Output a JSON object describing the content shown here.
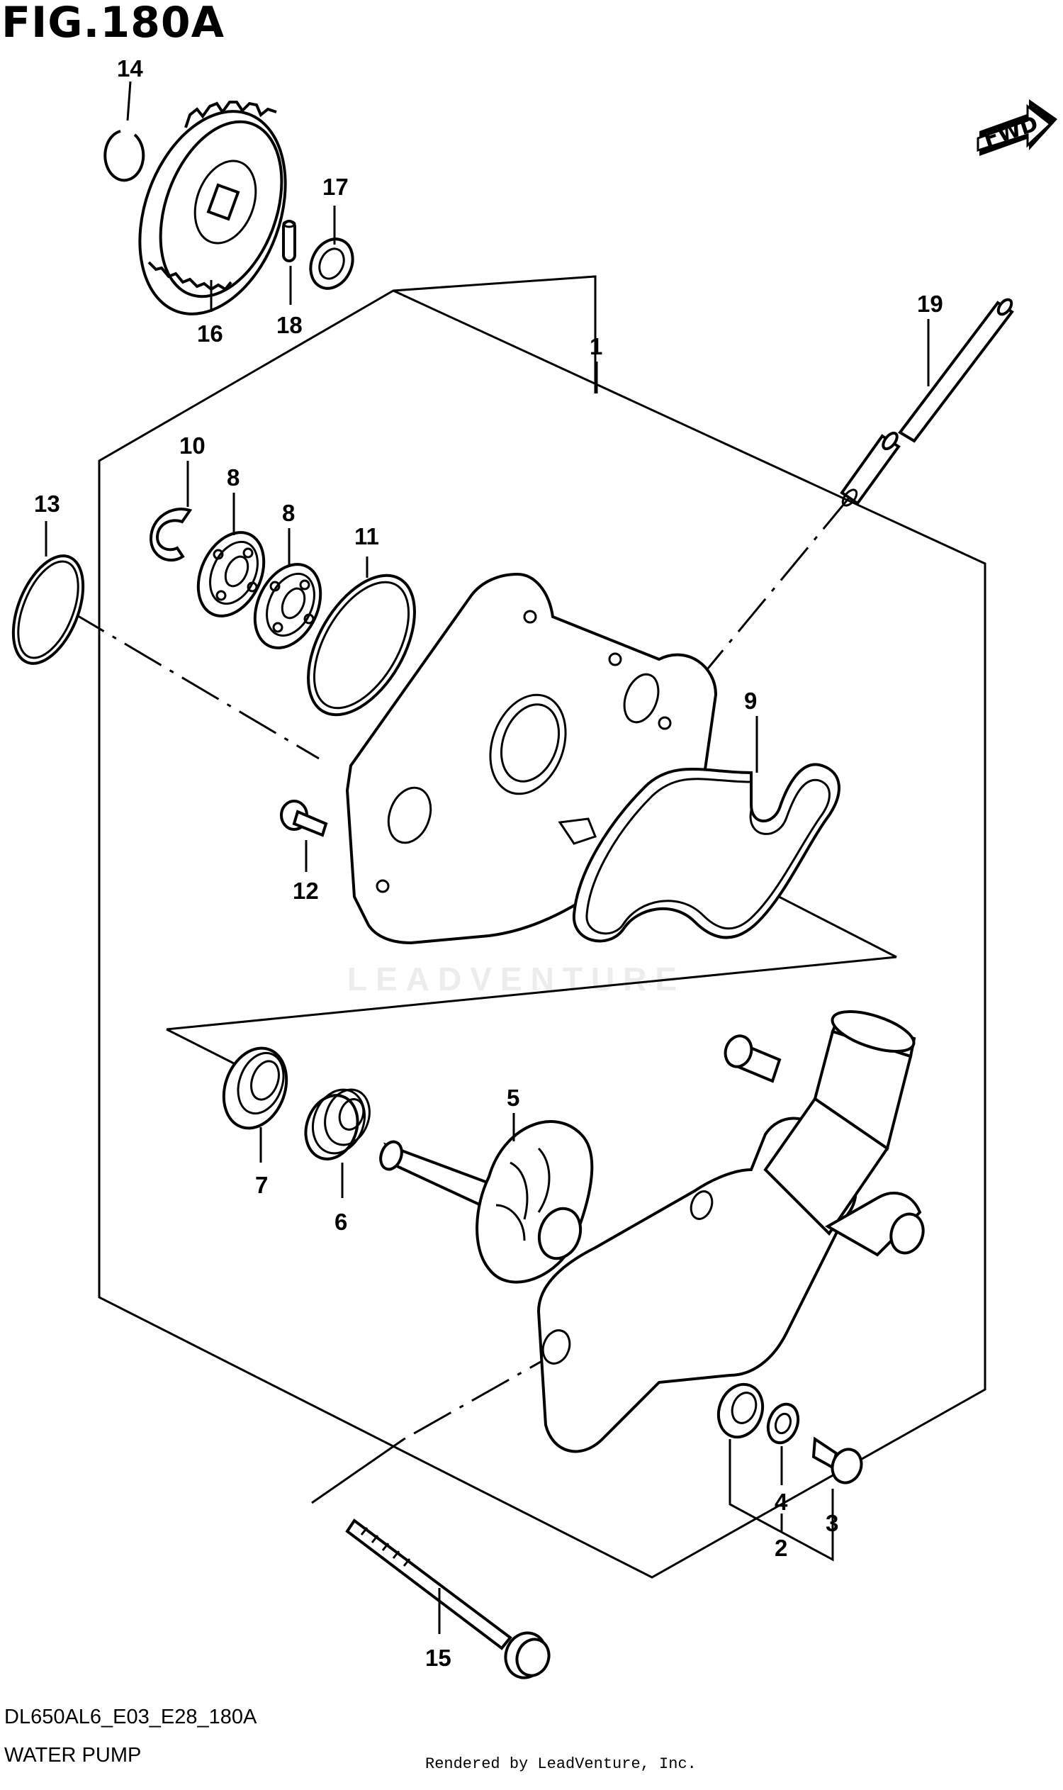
{
  "figure": {
    "title": "FIG.180A",
    "diagram_code": "DL650AL6_E03_E28_180A",
    "name": "WATER PUMP",
    "credit": "Rendered by LeadVenture, Inc.",
    "watermark": "LEADVENTURE",
    "fwd_label": "FWD"
  },
  "callouts": [
    "1",
    "2",
    "3",
    "4",
    "5",
    "6",
    "7",
    "8",
    "8",
    "9",
    "10",
    "11",
    "12",
    "13",
    "14",
    "15",
    "16",
    "17",
    "18",
    "19"
  ]
}
